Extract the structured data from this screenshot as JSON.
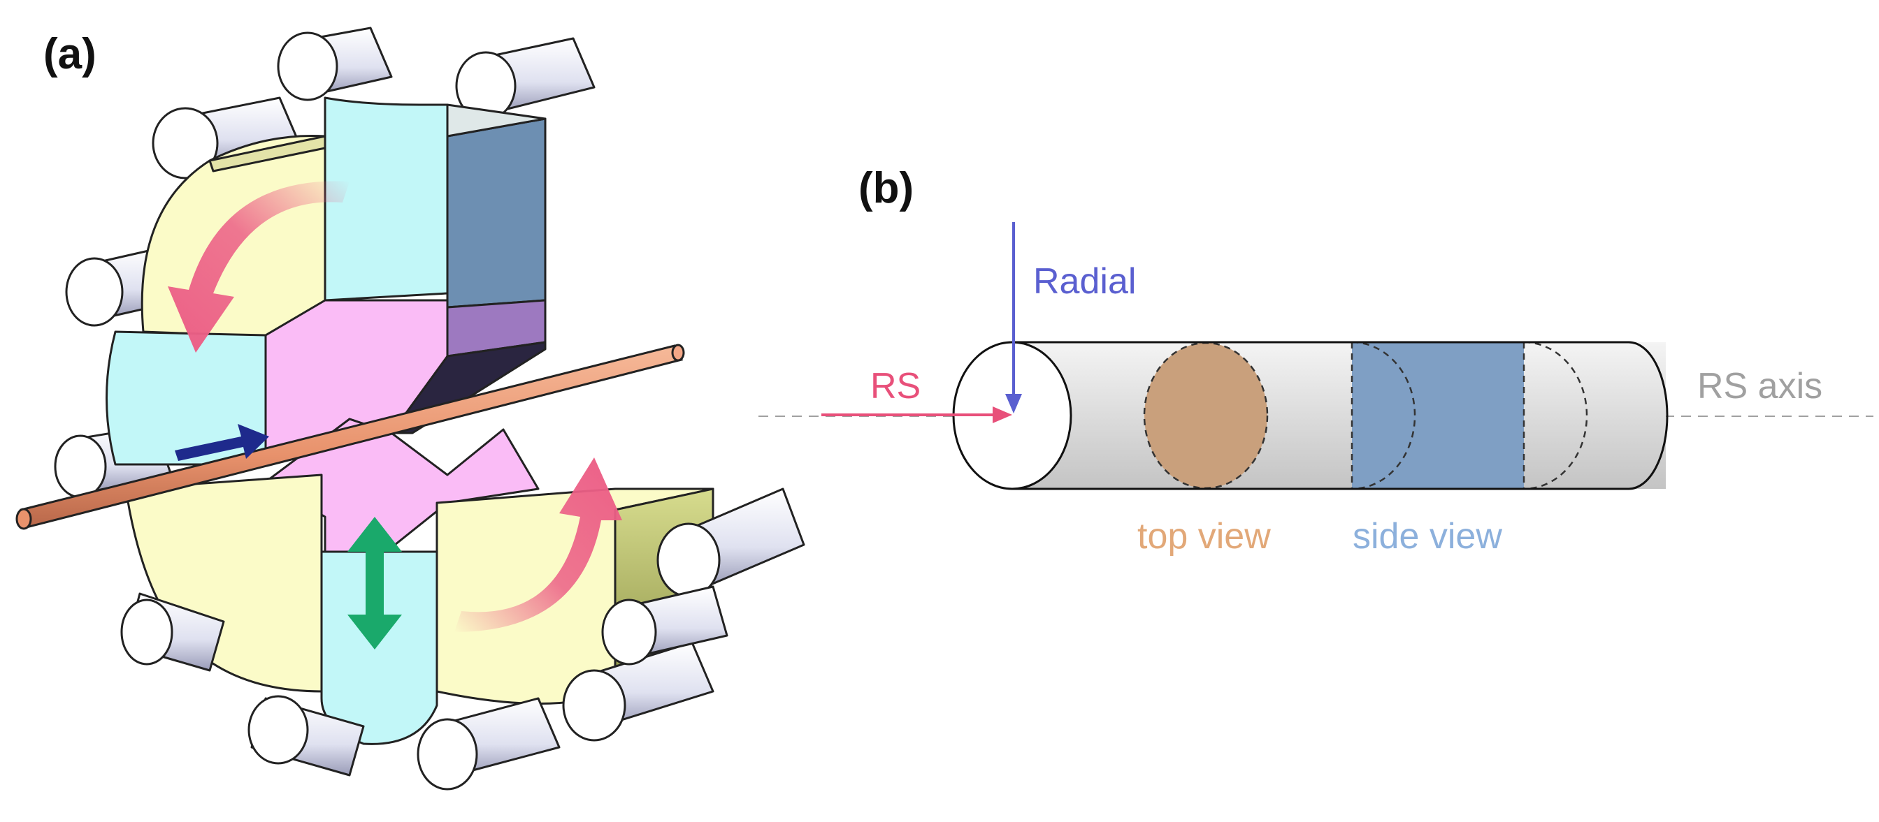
{
  "figure": {
    "panel_a": {
      "label": "(a)"
    },
    "panel_b": {
      "label": "(b)",
      "radial_label": "Radial",
      "rs_label": "RS",
      "rs_axis_label": "RS axis",
      "top_view_label": "top view",
      "side_view_label": "side view"
    }
  },
  "colors": {
    "roller_cap": "#ffffff",
    "roller_body": "#e6e8f4",
    "anvil_cyan": "#c2f7f8",
    "anvil_yellow": "#fbfbc8",
    "anvil_pink": "#fabcf6",
    "block_blue": "#6d8fb2",
    "block_purple": "#9d79c0",
    "rod": "#e8926c",
    "pink_arrow": "#ec5f86",
    "green_arrow": "#1aa96b",
    "navy_arrow": "#1e2a8c",
    "radial": "#5a5fd0",
    "rs": "#e8507a",
    "axis_grey": "#a0a0a0",
    "top_view_fill": "#c9a07c",
    "top_view_text": "#e2a878",
    "side_view_fill": "#7f9fc4",
    "side_view_text": "#8cb0dc"
  }
}
